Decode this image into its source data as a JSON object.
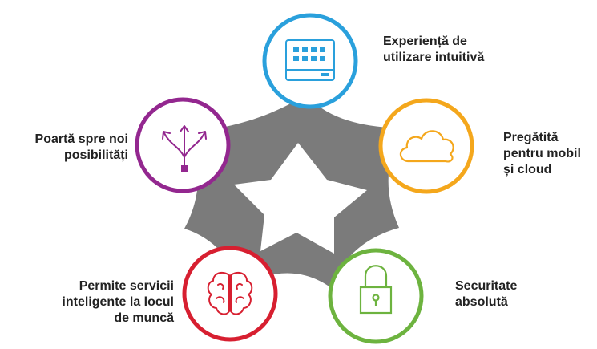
{
  "colors": {
    "gear": "#7b7b7b",
    "blue": "#2aa0dc",
    "orange": "#f4a71c",
    "green": "#6db33f",
    "red": "#d71f30",
    "purple": "#93278f",
    "text": "#222222"
  },
  "features": {
    "experience": {
      "label_lines": [
        "Experiență de",
        "utilizare intuitivă"
      ],
      "icon": "touchscreen-panel-icon",
      "color": "blue"
    },
    "mobile": {
      "label_lines": [
        "Pregătită",
        "pentru mobil",
        "și cloud"
      ],
      "icon": "cloud-icon",
      "color": "orange"
    },
    "security": {
      "label_lines": [
        "Securitate",
        "absolută"
      ],
      "icon": "padlock-icon",
      "color": "green"
    },
    "services": {
      "label_lines": [
        "Permite servicii",
        "inteligente la locul",
        "de muncă"
      ],
      "icon": "brain-icon",
      "color": "red"
    },
    "gateway": {
      "label_lines": [
        "Poartă spre noi",
        "posibilități"
      ],
      "icon": "branching-arrows-icon",
      "color": "purple"
    }
  }
}
